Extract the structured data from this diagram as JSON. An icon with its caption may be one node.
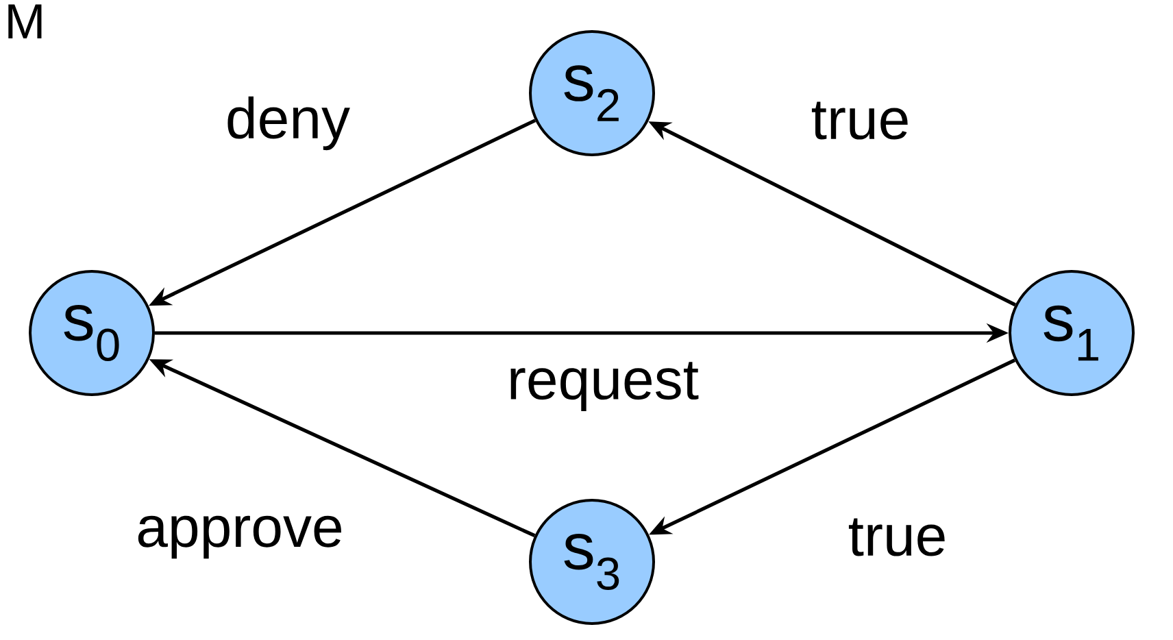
{
  "diagram": {
    "nodes": [
      {
        "text": [
          "s$_{0}$"
        ]
      },
      {
        "text": [
          "s$_{1}$"
        ]
      },
      {
        "text": [
          "s$_{2}$"
        ]
      },
      {
        "text": [
          "s$_{3}$"
        ]
      }
    ],
    "edges": [
      {
        "from": 0,
        "to": 1,
        "arrow": "to",
        "label": "request"
      },
      {
        "from": 1,
        "to": 2,
        "arrow": "to",
        "label": "true"
      },
      {
        "from": 2,
        "to": 0,
        "arrow": "to",
        "label": "deny"
      },
      {
        "from": 1,
        "to": 3,
        "arrow": "to",
        "label": "true"
      },
      {
        "from": 3,
        "to": 0,
        "arrow": "to",
        "label": "approve"
      }
    ],
    "labels": [
      "M"
    ]
  }
}
